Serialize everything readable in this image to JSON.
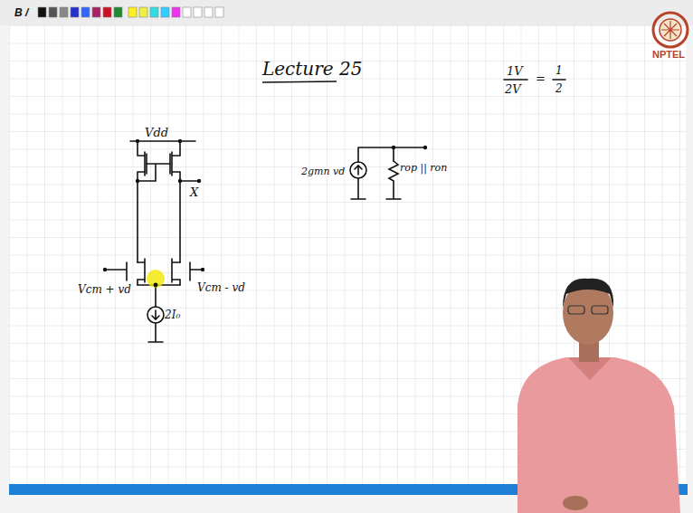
{
  "diagram": {
    "title": "Lecture 25",
    "labels": [
      "Vdd",
      "X",
      "Vcm + vd",
      "Vcm - vd",
      "2I₀",
      "2gmn vd",
      "rop || ron",
      "1V",
      "2V",
      "=",
      "1",
      "2",
      "NPTEL",
      "B /"
    ]
  }
}
